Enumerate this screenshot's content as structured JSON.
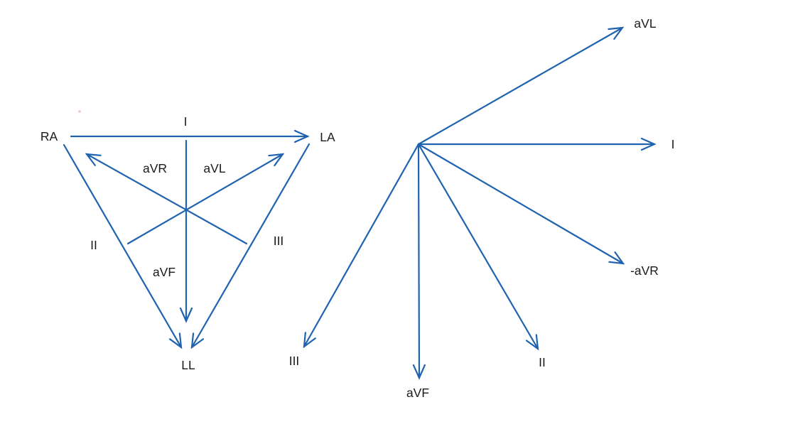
{
  "colors": {
    "line": "#1f63b0",
    "text": "#1a1a1a",
    "artifact_dot": "#f2a99c"
  },
  "triangle": {
    "ra": "RA",
    "la": "LA",
    "ll": "LL",
    "lead_i": "I",
    "lead_ii": "II",
    "lead_iii": "III",
    "avr": "aVR",
    "avl": "aVL",
    "avf": "aVF"
  },
  "hexaxial": {
    "avl": "aVL",
    "i": "I",
    "neg_avr": "-aVR",
    "ii": "II",
    "avf": "aVF",
    "iii": "III",
    "angles_deg": {
      "aVL": -30,
      "I": 0,
      "-aVR": 30,
      "II": 60,
      "aVF": 90,
      "III": 120
    }
  }
}
